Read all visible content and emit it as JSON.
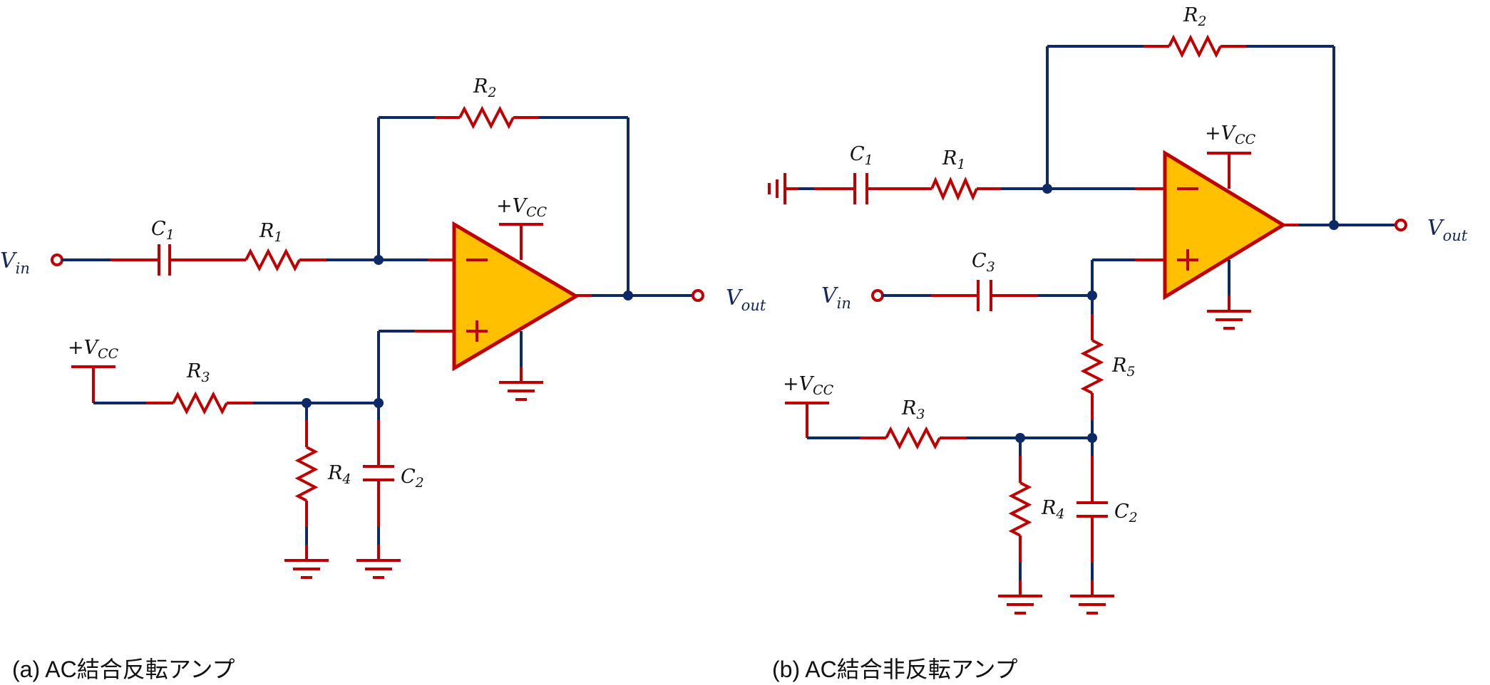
{
  "colors": {
    "wire": "#0e2a66",
    "component": "#c00000",
    "opamp_fill": "#ffc000",
    "junction": "#0e2a66",
    "io_label": "#12275e"
  },
  "circuits": [
    {
      "id": "a",
      "caption": "(a)  AC結合反転アンプ",
      "labels": {
        "vin": {
          "main": "V",
          "sub": "in"
        },
        "vout": {
          "main": "V",
          "sub": "out"
        },
        "c1": {
          "main": "C",
          "sub": "1"
        },
        "r1": {
          "main": "R",
          "sub": "1"
        },
        "r2": {
          "main": "R",
          "sub": "2"
        },
        "r3": {
          "main": "R",
          "sub": "3"
        },
        "r4": {
          "main": "R",
          "sub": "4"
        },
        "c2": {
          "main": "C",
          "sub": "2"
        },
        "vcc_opamp": {
          "main": "+V",
          "sub": "CC"
        },
        "vcc_bias": {
          "main": "+V",
          "sub": "CC"
        }
      },
      "opamp": {
        "inverting_symbol": "−",
        "noninverting_symbol": "+"
      }
    },
    {
      "id": "b",
      "caption": "(b)  AC結合非反転アンプ",
      "labels": {
        "vin": {
          "main": "V",
          "sub": "in"
        },
        "vout": {
          "main": "V",
          "sub": "out"
        },
        "c1": {
          "main": "C",
          "sub": "1"
        },
        "r1": {
          "main": "R",
          "sub": "1"
        },
        "r2": {
          "main": "R",
          "sub": "2"
        },
        "c3": {
          "main": "C",
          "sub": "3"
        },
        "r5": {
          "main": "R",
          "sub": "5"
        },
        "r3": {
          "main": "R",
          "sub": "3"
        },
        "r4": {
          "main": "R",
          "sub": "4"
        },
        "c2": {
          "main": "C",
          "sub": "2"
        },
        "vcc_opamp": {
          "main": "+V",
          "sub": "CC"
        },
        "vcc_bias": {
          "main": "+V",
          "sub": "CC"
        }
      },
      "opamp": {
        "inverting_symbol": "−",
        "noninverting_symbol": "+"
      }
    }
  ]
}
